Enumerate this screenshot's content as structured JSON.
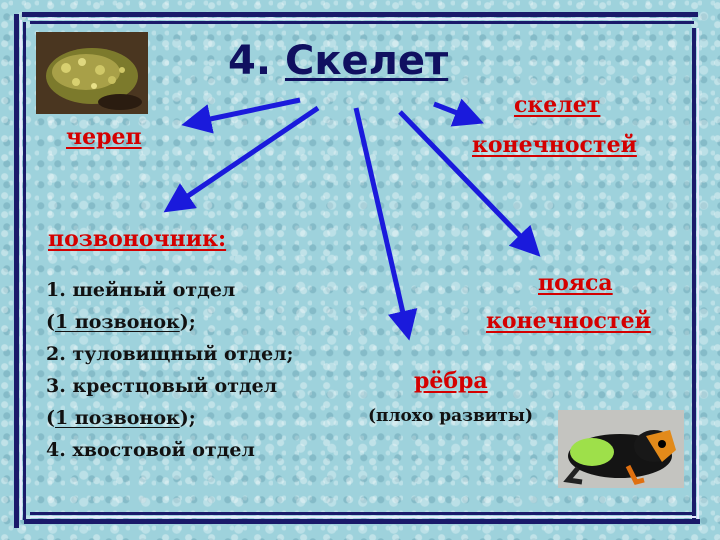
{
  "title": {
    "number": "4.",
    "word": "Скелет"
  },
  "labels": {
    "skull": "череп",
    "limb_skeleton_1": "скелет",
    "limb_skeleton_2": "конечностей",
    "spine": "позвоночник:",
    "girdles_1": "пояса",
    "girdles_2": "конечностей",
    "ribs": "рёбра",
    "ribs_note": "(плохо развиты)"
  },
  "spine_list": {
    "line1": "1. шейный отдел",
    "line2_open": "(",
    "line2_u": "1 позвонок",
    "line2_close": ");",
    "line3": "2. туловищный отдел;",
    "line4": "3. крестцовый отдел",
    "line5_open": "(",
    "line5_u": "1 позвонок",
    "line5_close": ");",
    "line6": "4. хвостовой отдел"
  },
  "colors": {
    "label": "#d40000",
    "arrow": "#1a1adc",
    "title": "#101060",
    "background": "#9ed2dc"
  },
  "images": {
    "top_left": "toad-photo",
    "bottom_right": "frog-photo"
  }
}
